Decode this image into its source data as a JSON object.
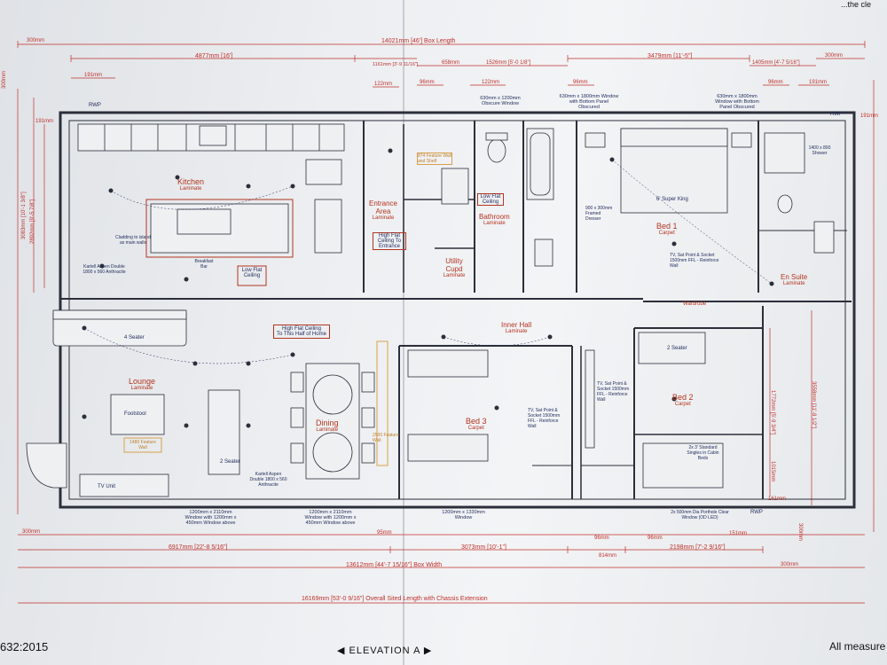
{
  "sheet": {
    "title_block": {
      "left_code": "632:2015",
      "elevation": "ELEVATION A",
      "right_note": "All measure",
      "top_right_fragment": "...the cle"
    }
  },
  "dimensions": {
    "box_length": "14021mm [46'] Box Length",
    "box_width": "13612mm [44'-7 15/16\"] Box Width",
    "overall": "16169mm [53'-0 9/16\"] Overall Sited Length with Chassis Extension",
    "top": [
      "300mm",
      "4877mm [16']",
      "1161mm [3'-9 11/16\"]",
      "658mm",
      "1526mm [5'-0 1/8\"]",
      "3479mm [11'-5\"]",
      "1405mm [4'-7 5/16\"]",
      "300mm",
      "191mm",
      "122mm",
      "96mm",
      "122mm",
      "96mm",
      "191mm",
      "96mm"
    ],
    "bottom": [
      "300mm",
      "6917mm [22'-8 5/16\"]",
      "95mm",
      "3073mm [10'-1\"]",
      "96mm",
      "814mm",
      "96mm",
      "2198mm [7'-2 9/16\"]",
      "151mm",
      "300mm"
    ],
    "left": [
      "300mm",
      "191mm",
      "3083mm [10'-1 3/8\"]",
      "2892mm [9'-5 7/8\"]"
    ],
    "right": [
      "191mm",
      "1772mm [5'-9 3/4\"]",
      "3558mm [11'-8 1/2\"]",
      "1015mm",
      "161mm",
      "300mm"
    ]
  },
  "rooms": [
    {
      "name": "Kitchen",
      "floor": "Laminate"
    },
    {
      "name": "Entrance Area",
      "floor": "Laminate"
    },
    {
      "name": "Bathroom",
      "floor": "Laminate"
    },
    {
      "name": "Utility Cupd",
      "floor": "Laminate"
    },
    {
      "name": "Bed 1",
      "floor": "Carpet"
    },
    {
      "name": "En Suite",
      "floor": "Laminate"
    },
    {
      "name": "Lounge",
      "floor": "Laminate"
    },
    {
      "name": "Dining",
      "floor": "Laminate"
    },
    {
      "name": "Inner Hall",
      "floor": "Laminate"
    },
    {
      "name": "Bed 3",
      "floor": "Carpet"
    },
    {
      "name": "Bed 2",
      "floor": "Carpet"
    }
  ],
  "notes": {
    "high_flat": "High Flat Ceiling",
    "high_flat_2": "To This Half of Home",
    "low_flat": "Low Flat Ceiling",
    "high_flat_entrance": "High Flat Ceiling To Entrance",
    "feature_wall_1": "1480 Feature Wall",
    "feature_wall_2": "2500 Feature Wall",
    "feature_wall_3": "874 Feature Wall and Shelf",
    "super_king": "6' Super King",
    "four_seater": "4 Seater",
    "two_seater_l": "2 Seater",
    "two_seater_r": "2 Seater",
    "footstool": "Footstool",
    "tv_unit": "TV Unit",
    "breakfast_bar": "Breakfast Bar",
    "window_lounge": "1200mm x 2110mm Window with 1200mm x 450mm Window above",
    "window_dining": "1200mm x 2110mm Window with 1200mm x 450mm Window above",
    "window_bed3": "1200mm x 1330mm Window",
    "window_bed1": "630mm x 1800mm Window with Bottom Panel Obscured",
    "window_bath": "630mm x 1200mm Obscure Window",
    "window_ensuite": "630mm x 1800mm Window with Bottom Panel Obscured",
    "radiator_lounge": "Kartell Aspen Double 1800 x 560 Anthracite",
    "radiator_kitchen": "Kartell Aspen Double 1800 x 560 Anthracite",
    "cladding": "Cladding to island as main walls",
    "rwp": "RWP",
    "porthole": "2x 500mm Dia Porthole Clear Window (OD LED)",
    "cabin_beds": "2x 3' Standard Singles in Cabin Beds",
    "shower": "1400 x 800 Shower",
    "wardrobe": "Wardrobe",
    "framed_dresser": "900 x 300mm Framed Dresser",
    "tv_bed2": "TV, Sat Point & Socket 1500mm FFL - Reinforce Wall",
    "tv_bed3": "TV, Sat Point & Socket 1500mm FFL - Reinforce Wall",
    "tv_bed1": "TV, Sat Point & Socket 1500mm FFL - Reinforce Wall"
  }
}
